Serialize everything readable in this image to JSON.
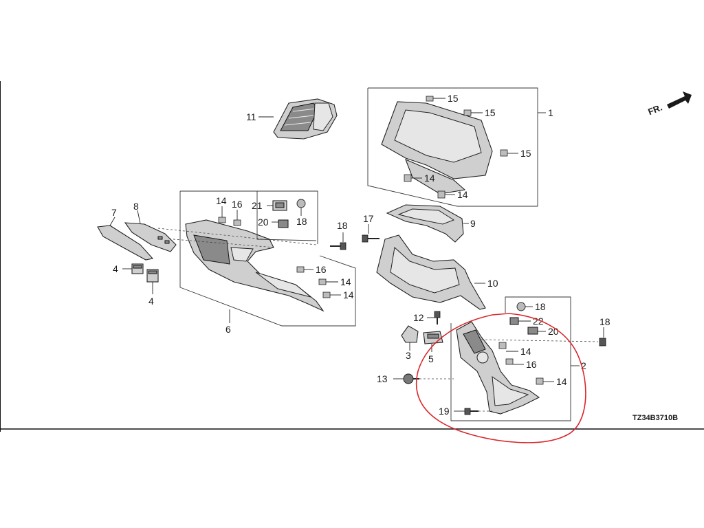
{
  "diagram": {
    "orientation_label": "FR.",
    "drawing_code": "TZ34B3710B",
    "highlight_color": "#d9262b",
    "callouts": {
      "c1": "1",
      "c2": "2",
      "c3": "3",
      "c4a": "4",
      "c4b": "4",
      "c5": "5",
      "c6": "6",
      "c7": "7",
      "c8": "8",
      "c9": "9",
      "c10": "10",
      "c11": "11",
      "c12": "12",
      "c13": "13",
      "c14a": "14",
      "c14b": "14",
      "c14c": "14",
      "c14d": "14",
      "c14e": "14",
      "c14f": "14",
      "c14g": "14",
      "c15a": "15",
      "c15b": "15",
      "c15c": "15",
      "c16a": "16",
      "c16b": "16",
      "c16c": "16",
      "c17": "17",
      "c18a": "18",
      "c18b": "18",
      "c18c": "18",
      "c18d": "18",
      "c19": "19",
      "c20a": "20",
      "c20b": "20",
      "c21": "21",
      "c22": "22"
    }
  }
}
